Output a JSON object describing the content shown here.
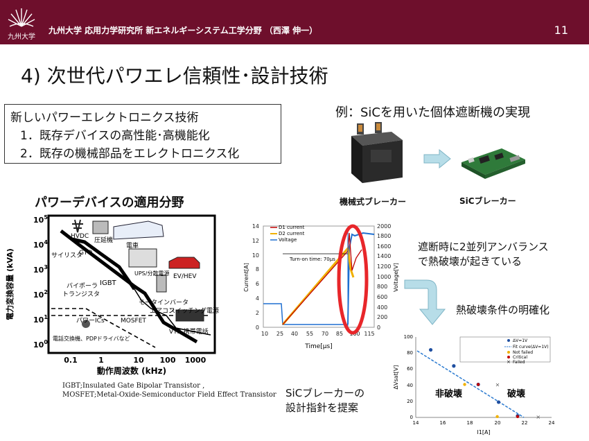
{
  "header": {
    "university": "九州大学",
    "institute": "九州大学 応用力学研究所 新エネルギーシステム工学分野 （西澤 伸一）",
    "page_number": "11"
  },
  "title": "4)  次世代パワエレ信頼性･設計技術",
  "intro_box": {
    "heading": "新しいパワーエレクトロニクス技術",
    "item1": "1．既存デバイスの高性能･高機能化",
    "item2": "2．既存の機械部品をエレクトロニクス化"
  },
  "example_heading": "例：SiCを用いた個体遮断機の実現",
  "breaker_labels": {
    "mechanical": "機械式ブレーカー",
    "sic": "SiCブレーカー"
  },
  "device_chart": {
    "title": "パワーデバイスの適用分野",
    "ylabel": "電力変換容量 (kVA)",
    "xlabel": "動作周波数 (kHz)",
    "y_ticks": [
      "10",
      "10",
      "10",
      "10",
      "10",
      "10"
    ],
    "y_exps": [
      "5",
      "4",
      "3",
      "2",
      "1",
      "0"
    ],
    "x_ticks": [
      "0.1",
      "1",
      "10",
      "100",
      "1000"
    ],
    "regions": [
      "HVDC",
      "圧延機",
      "電車",
      "サイリスタ",
      "GTO",
      "IGBT",
      "UPS/分散電源",
      "EV/HEV",
      "バイポーラ",
      "トランジスタ",
      "モータインバータ",
      "エアコン",
      "パワーICs",
      "スイッチング電源",
      "MOSFET",
      "VTR,携帯電話",
      "電話交換機、PDPドライバなど"
    ]
  },
  "glossary": {
    "line1": "IGBT;Insulated Gate Bipolar Transistor ,",
    "line2": "MOSFET;Metal-Oxide-Semiconductor Field Effect Transistor"
  },
  "current_chart": {
    "legend": [
      "D1 current",
      "D2 current",
      "Voltage"
    ],
    "ylabel_left": "Current[A]",
    "ylabel_right": "Voltage[V]",
    "xlabel": "Time[μs]",
    "annotation": "Turn-on time: 70μs",
    "left_ticks": [
      "0",
      "2",
      "4",
      "6",
      "8",
      "10",
      "12",
      "14"
    ],
    "right_ticks": [
      "0",
      "200",
      "400",
      "600",
      "800",
      "1000",
      "1200",
      "1400",
      "1600",
      "1800",
      "2000"
    ],
    "x_ticks": [
      "10",
      "25",
      "40",
      "55",
      "70",
      "85",
      "100",
      "115"
    ],
    "colors": {
      "d1": "#c00000",
      "d2": "#f0b000",
      "voltage": "#1f6fd0"
    }
  },
  "notes": {
    "imbalance1": "遮断時に2並列アンバランス",
    "imbalance2": "で熱破壊が起きている",
    "condition": "熱破壊条件の明確化",
    "proposal1": "SiCブレーカーの",
    "proposal2": "設計指針を提案"
  },
  "scatter_chart": {
    "ylabel": "ΔVsat[V]",
    "xlabel": "I1[A]",
    "y_ticks": [
      "0",
      "20",
      "40",
      "60",
      "80",
      "100"
    ],
    "x_ticks": [
      "14",
      "16",
      "18",
      "20",
      "22",
      "24"
    ],
    "legend": [
      "ΔV=1V",
      "Fit curve(ΔV=1V)",
      "Not failed",
      "Critical",
      "Failed"
    ],
    "region_safe": "非破壊",
    "region_fail": "破壊"
  },
  "chart_data": {
    "type": "scatter",
    "xlabel": "I1[A]",
    "ylabel": "ΔVsat[V]",
    "xlim": [
      14,
      24
    ],
    "ylim": [
      0,
      100
    ],
    "series": [
      {
        "name": "ΔV=1V",
        "x": [
          15.1,
          16.8,
          18.6,
          20.1,
          21.5
        ],
        "y": [
          84,
          64,
          41,
          19,
          2
        ]
      },
      {
        "name": "Not failed",
        "x": [
          17.6,
          20.0
        ],
        "y": [
          41,
          1
        ]
      },
      {
        "name": "Critical",
        "x": [
          18.6,
          21.5
        ],
        "y": [
          41,
          1
        ]
      },
      {
        "name": "Failed",
        "x": [
          20.0,
          23.0
        ],
        "y": [
          41,
          1
        ]
      }
    ]
  }
}
